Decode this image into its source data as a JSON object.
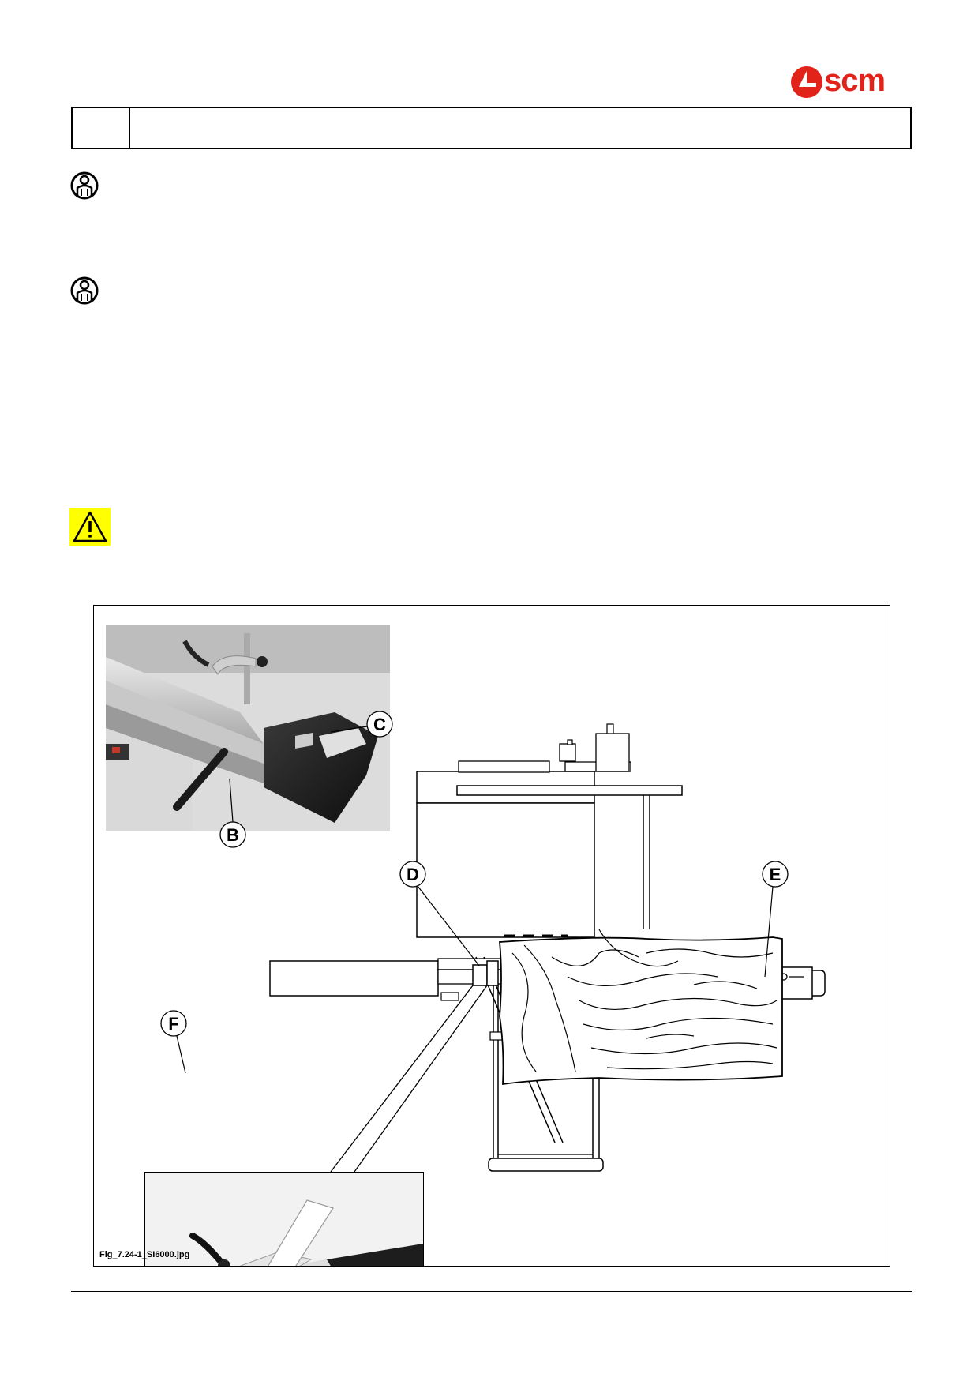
{
  "logo": {
    "text": "scm",
    "color": "#e2231a"
  },
  "icons": {
    "note_icon_1": "operator-icon",
    "note_icon_2": "operator-icon",
    "warning": "warning-triangle-icon"
  },
  "figure": {
    "caption": "Fig_7.24-1_SI6000.jpg",
    "callouts": {
      "b": "B",
      "c": "C",
      "d": "D",
      "e": "E",
      "f": "F"
    }
  },
  "colors": {
    "warning_bg": "#ffff00",
    "logo_red": "#e2231a"
  }
}
